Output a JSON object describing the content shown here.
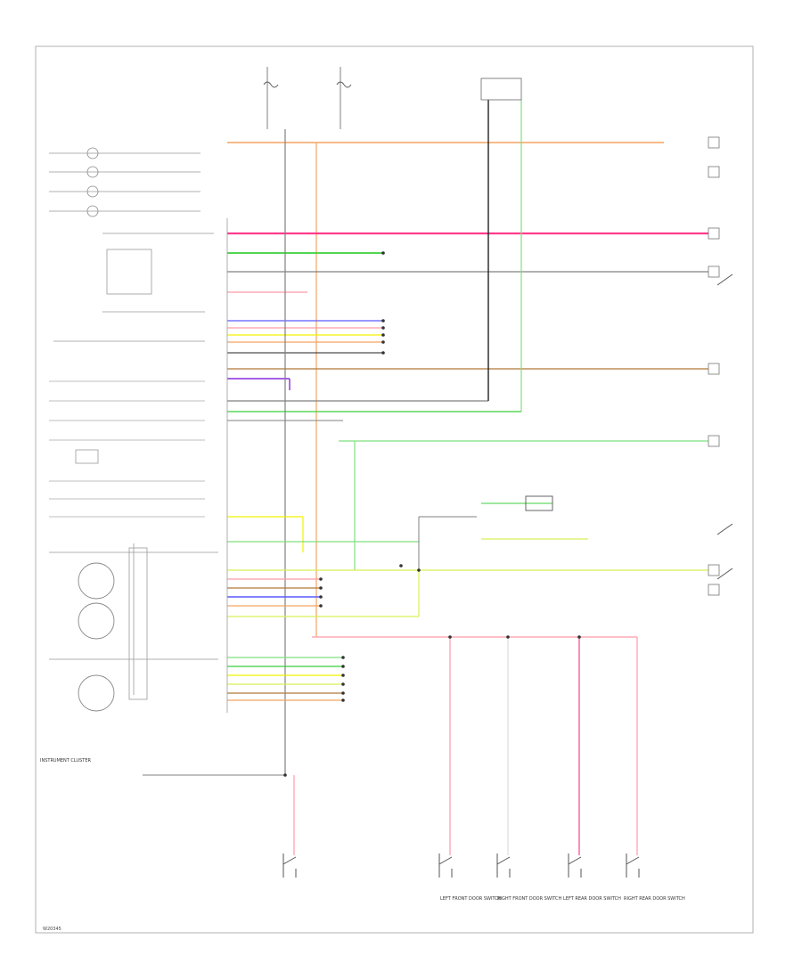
{
  "figure": {
    "code": "W20345",
    "cluster_caption": "INSTRUMENT CLUSTER",
    "switch_captions": [
      "LEFT FRONT DOOR SWITCH",
      "RIGHT FRONT DOOR SWITCH",
      "LEFT REAR DOOR SWITCH",
      "RIGHT REAR DOOR SWITCH"
    ]
  },
  "colors": {
    "orange": "#f4a460",
    "pink": "#ff3c8c",
    "green": "#3ad13a",
    "gray": "#808080",
    "blue": "#5a5aff",
    "yellow": "#f2f200",
    "purple": "#8a2be2",
    "light_green": "#7ee07e",
    "light_pink": "#ff9aa6",
    "lime": "#d8f058",
    "black": "#222222",
    "brown": "#b07838",
    "frame": "#b0b0b0"
  }
}
